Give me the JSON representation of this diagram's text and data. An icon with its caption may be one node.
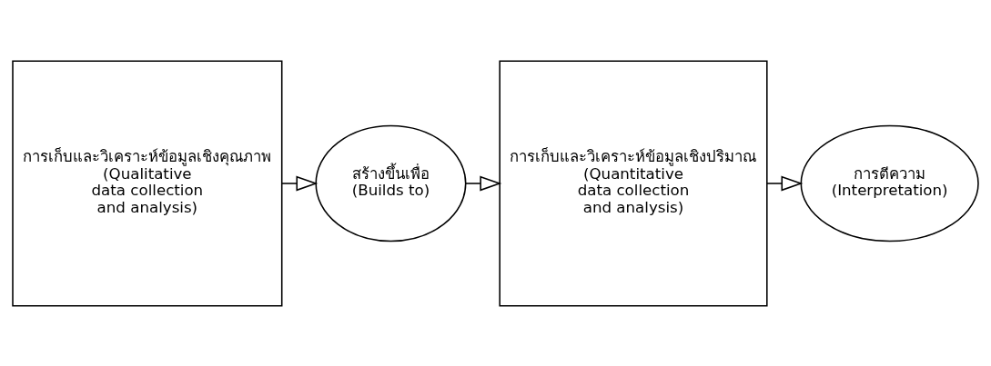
{
  "diagram": {
    "nodes": [
      {
        "text": [
          "การเก็บและวิเคราะห์ข้อมูลเชิงคุณภาพ",
          "(Qualitative data collection and analysis)"
        ]
      },
      {
        "text": [
          "สร้างขึ้นเพื่อ",
          "(Builds to)"
        ]
      },
      {
        "text": [
          "การเก็บและวิเคราะห์ข้อมูลเชิงปริมาณ",
          "(Quantitative data collection and analysis)"
        ]
      },
      {
        "text": [
          "การตีความ",
          "(Interpretation)"
        ]
      }
    ],
    "edges": [
      {
        "from": 0,
        "to": 1,
        "arrow": "to"
      },
      {
        "from": 1,
        "to": 2,
        "arrow": "to"
      },
      {
        "from": 2,
        "to": 3,
        "arrow": "to"
      }
    ]
  }
}
